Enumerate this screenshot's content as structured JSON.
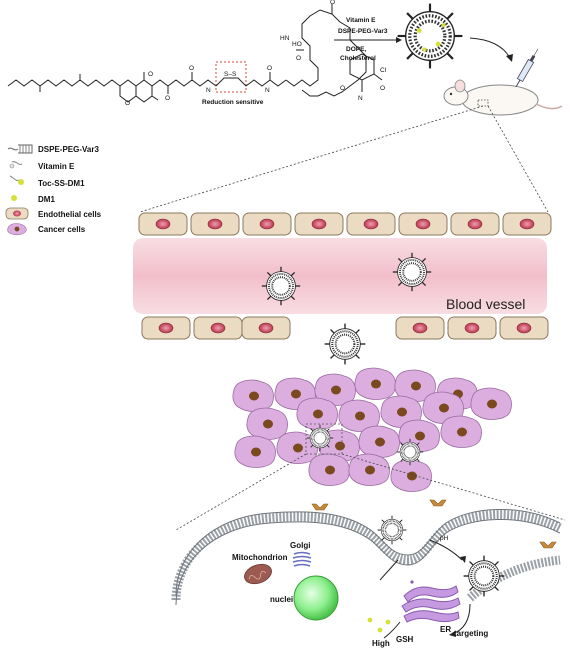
{
  "molecule": {
    "reduction_label": "Reduction sensitive",
    "disulfide": "S–S",
    "atoms": [
      "O",
      "O",
      "O",
      "O",
      "O",
      "N",
      "N",
      "N",
      "O",
      "O",
      "O",
      "O",
      "HO",
      "HN",
      "Cl"
    ]
  },
  "reagents": {
    "line1": "Vitamin E",
    "line2": "DSPE-PEG-Var3",
    "line3": "DOPE,",
    "line4": "Cholesterol"
  },
  "legend": {
    "items": [
      {
        "key": "dspe",
        "label": "DSPE-PEG-Var3"
      },
      {
        "key": "vite",
        "label": "Vitamin E"
      },
      {
        "key": "toc",
        "label": "Toc-SS-DM1"
      },
      {
        "key": "dm1",
        "label": "DM1"
      },
      {
        "key": "endo",
        "label": "Endothelial cells"
      },
      {
        "key": "cancer",
        "label": "Cancer cells"
      }
    ]
  },
  "vessel": {
    "label": "Blood vessel"
  },
  "cell": {
    "mitochondrion": "Mitochondrion",
    "golgi": "Golgi",
    "nuclei": "nuclei",
    "ph": "pH",
    "er": "ER",
    "targeting": "targeting",
    "high": "High",
    "gsh": "GSH"
  },
  "colors": {
    "vessel_pink": "#f4c9d2",
    "endothelial": "#eadbc2",
    "endo_nucleus": "#c9485e",
    "cancer_cell": "#d9a6d6",
    "cancer_nucleus": "#7a4a1e",
    "golgi": "#8a8fd6",
    "er": "#c59ae0",
    "nucleus_green": "#7fe67f",
    "mito": "#9c5a52",
    "dm1_dot": "#d6e03a",
    "receptor": "#c88a3a"
  }
}
